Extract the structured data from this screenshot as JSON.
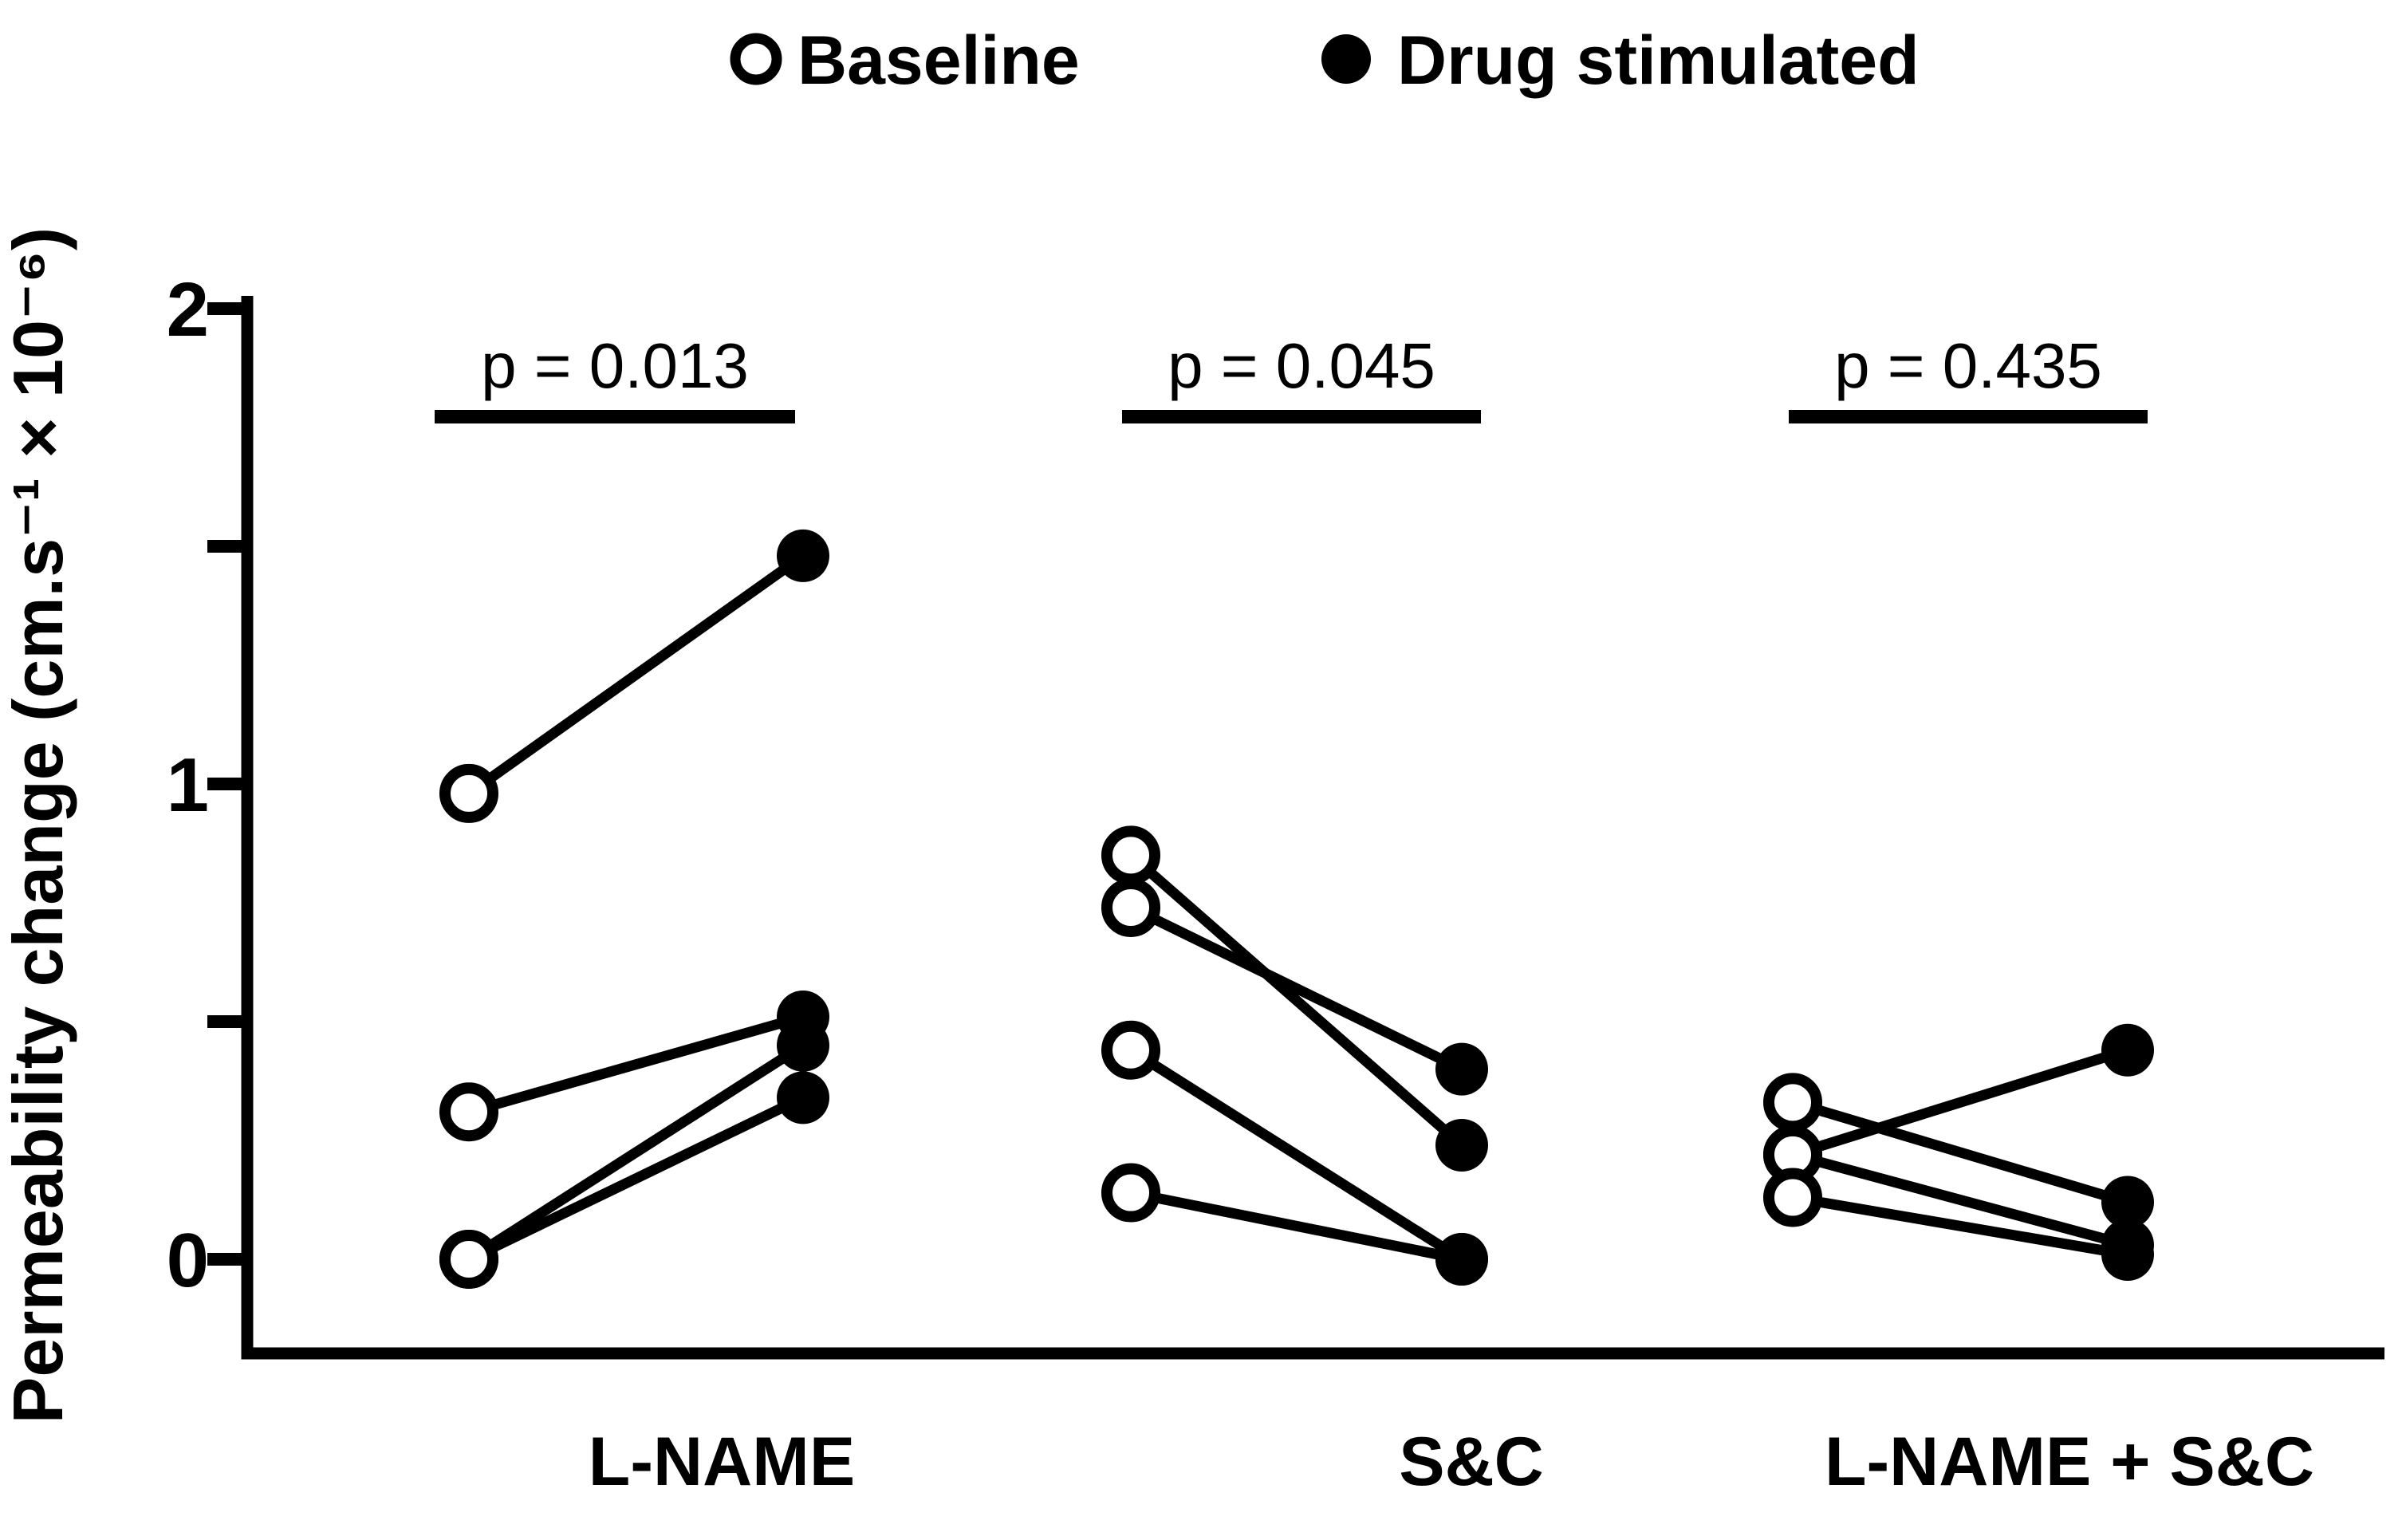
{
  "figure": {
    "background": "#ffffff",
    "ink": "#000000"
  },
  "chart_data": {
    "type": "scatter",
    "subtype": "paired-before-after-lines",
    "title": "",
    "legend": [
      {
        "label": "Baseline",
        "marker": "open-circle"
      },
      {
        "label": "Drug stimulated",
        "marker": "filled-circle"
      }
    ],
    "ylabel": "Permeability change (cm.s⁻¹ × 10⁻⁶)",
    "ylim": [
      -0.2,
      2.05
    ],
    "yticks": [
      {
        "value": 2,
        "label": "2"
      },
      {
        "value": 1,
        "label": "1"
      },
      {
        "value": 0,
        "label": "0"
      }
    ],
    "yminorticks": [
      1.5,
      0.5
    ],
    "grid": false,
    "conditions": [
      "Baseline",
      "Drug stimulated"
    ],
    "groups": [
      {
        "label": "L-NAME",
        "p_label": "p = 0.013",
        "p_value": 0.013,
        "pairs": [
          {
            "baseline": 0.98,
            "drug": 1.48
          },
          {
            "baseline": 0.31,
            "drug": 0.51
          },
          {
            "baseline": 0.0,
            "drug": 0.45
          },
          {
            "baseline": 0.0,
            "drug": 0.34
          }
        ]
      },
      {
        "label": "S&C",
        "p_label": "p = 0.045",
        "p_value": 0.045,
        "pairs": [
          {
            "baseline": 0.85,
            "drug": 0.24
          },
          {
            "baseline": 0.74,
            "drug": 0.4
          },
          {
            "baseline": 0.44,
            "drug": 0.0
          },
          {
            "baseline": 0.14,
            "drug": 0.0
          }
        ]
      },
      {
        "label": "L-NAME + S&C",
        "p_label": "p = 0.435",
        "p_value": 0.435,
        "pairs": [
          {
            "baseline": 0.33,
            "drug": 0.12
          },
          {
            "baseline": 0.22,
            "drug": 0.44
          },
          {
            "baseline": 0.22,
            "drug": 0.03
          },
          {
            "baseline": 0.13,
            "drug": 0.01
          }
        ]
      }
    ]
  }
}
